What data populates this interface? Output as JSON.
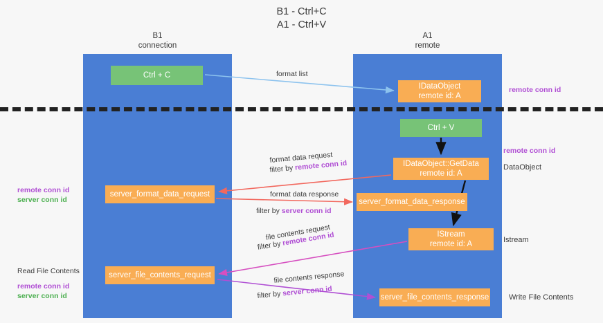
{
  "title": {
    "line1": "B1 - Ctrl+C",
    "line2": "A1 - Ctrl+V"
  },
  "lanes": [
    {
      "id": "b1",
      "name": "B1",
      "role": "connection",
      "color": "#4a7ed4"
    },
    {
      "id": "a1",
      "name": "A1",
      "role": "remote",
      "color": "#4a7ed4"
    }
  ],
  "nodes": {
    "ctrl_c": {
      "label": "Ctrl + C",
      "color": "#77c377"
    },
    "idataobject": {
      "line1": "IDataObject",
      "line2": "remote id: A",
      "color": "#f9ad54"
    },
    "ctrl_v": {
      "label": "Ctrl + V",
      "color": "#77c377"
    },
    "getdata": {
      "line1": "IDataObject::GetData",
      "line2": "remote id: A",
      "color": "#f9ad54"
    },
    "server_format_data_request": {
      "label": "server_format_data_request",
      "color": "#f9ad54"
    },
    "server_format_data_response": {
      "label": "server_format_data_response",
      "color": "#f9ad54"
    },
    "istream": {
      "line1": "IStream",
      "line2": "remote id: A",
      "color": "#f9ad54"
    },
    "server_file_contents_request": {
      "label": "server_file_contents_request",
      "color": "#f9ad54"
    },
    "server_file_contents_response": {
      "label": "server_file_contents_response",
      "color": "#f9ad54"
    }
  },
  "edges": {
    "format_list": {
      "label": "format list"
    },
    "format_data_request": {
      "label": "format data request",
      "filter_prefix": "filter by ",
      "filter_key": "remote conn id"
    },
    "format_data_response": {
      "label": "format data response",
      "filter_prefix": "filter by ",
      "filter_key": "server conn id"
    },
    "file_contents_request": {
      "label": "file contents request",
      "filter_prefix": "filter by ",
      "filter_key": "remote conn id"
    },
    "file_contents_response": {
      "label": "file contents response",
      "filter_prefix": "filter by ",
      "filter_key": "server conn id"
    }
  },
  "annotations": {
    "right_top_remote_conn_id": "remote conn id",
    "right_mid_remote_conn_id": "remote conn id",
    "right_dataobject": "DataObject",
    "right_istream": "Istream",
    "right_write_file_contents": "Write File Contents",
    "left_mid": {
      "purple": "remote conn id",
      "green": "server conn id"
    },
    "left_read_file_contents": {
      "plain": "Read File Contents",
      "purple": "remote conn id",
      "green": "server conn id"
    }
  },
  "colors": {
    "lane": "#4a7ed4",
    "green_node": "#77c377",
    "orange_node": "#f9ad54",
    "purple_text": "#b04fd4",
    "green_text": "#4caf50",
    "arrow_blue": "#8dc3ee",
    "arrow_red": "#f2685e",
    "arrow_pink": "#d64fc0",
    "arrow_purple": "#b04fd4",
    "arrow_black": "#111111"
  }
}
